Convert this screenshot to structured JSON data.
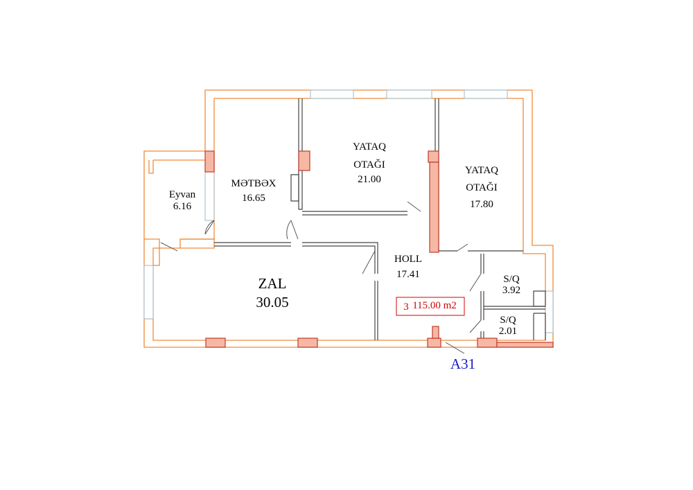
{
  "rooms": {
    "kitchen": {
      "name": "MƏTBƏX",
      "area": "16.65"
    },
    "bedroom1": {
      "name_line1": "YATAQ",
      "name_line2": "OTAĞI",
      "area": "21.00"
    },
    "bedroom2": {
      "name_line1": "YATAQ",
      "name_line2": "OTAĞI",
      "area": "17.80"
    },
    "balcony": {
      "name": "Eyvan",
      "area": "6.16"
    },
    "hall": {
      "name": "HOLL",
      "area": "17.41"
    },
    "living": {
      "name": "ZAL",
      "area": "30.05"
    },
    "bath1": {
      "name": "S/Q",
      "area": "3.92"
    },
    "bath2": {
      "name": "S/Q",
      "area": "2.01"
    }
  },
  "total": {
    "prefix": "3",
    "value": "115.00 m2"
  },
  "entrance_label": "A31",
  "colors": {
    "outer_wall": "#f08a3a",
    "inner_wall": "#444444",
    "column_fill": "#f6b8a4",
    "total_text": "#d40000",
    "entrance_text": "#1a1acc"
  }
}
